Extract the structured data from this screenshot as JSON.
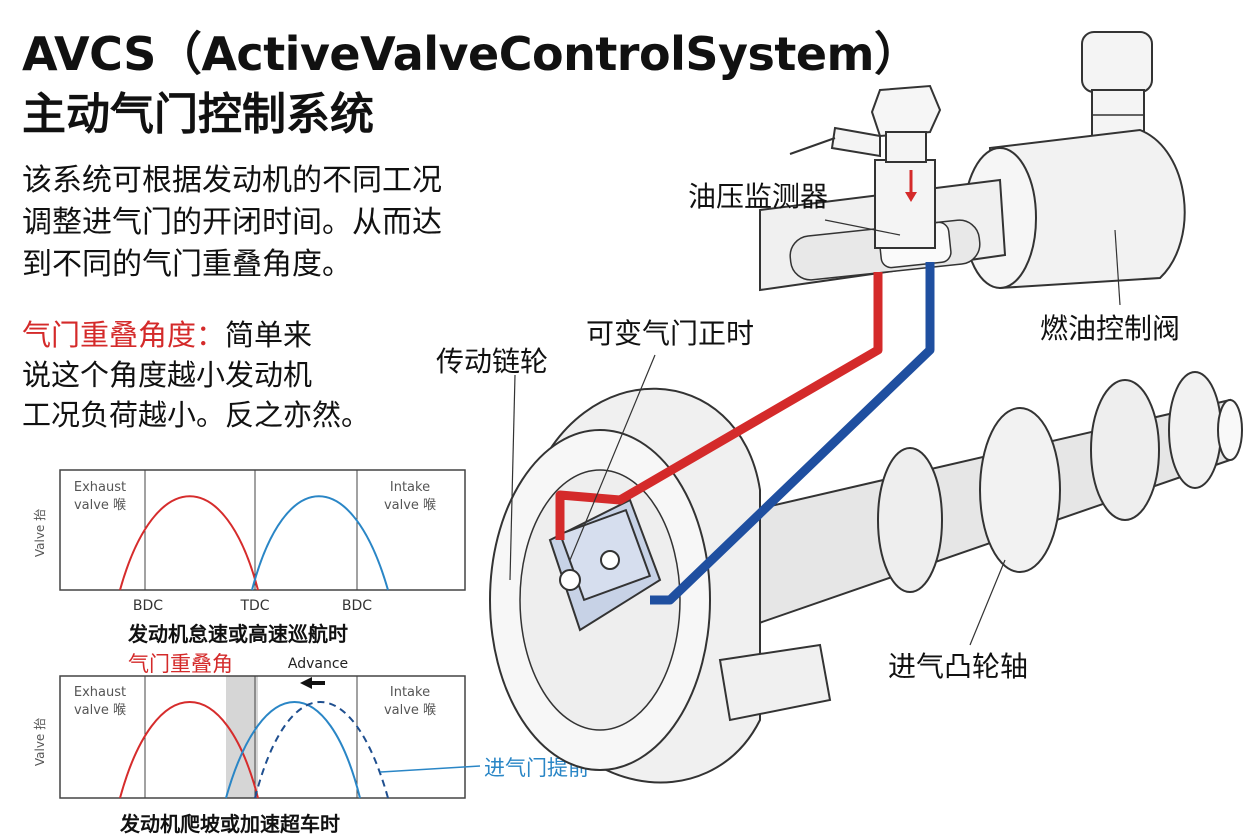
{
  "title": {
    "line1": "AVCS（ActiveValveControlSystem）",
    "line2": "主动气门控制系统"
  },
  "description": [
    "该系统可根据发动机的不同工况",
    "调整进气门的开闭时间。从而达",
    "到不同的气门重叠角度。"
  ],
  "overlap_note": {
    "term": "气门重叠角度：",
    "first_line_rest": "简单来",
    "lines": [
      "说这个角度越小发动机",
      "工况负荷越小。反之亦然。"
    ]
  },
  "diagram_labels": {
    "oil_pressure_sensor": "油压监测器",
    "variable_valve_timing": "可变气门正时",
    "fuel_control_valve": "燃油控制阀",
    "drive_sprocket": "传动链轮",
    "intake_camshaft": "进气凸轮轴"
  },
  "chart_top": {
    "ylabel": "Valve 抬",
    "exhaust_label": [
      "Exhaust",
      "valve 喉"
    ],
    "intake_label": [
      "Intake",
      "valve 喉"
    ],
    "ticks": [
      "BDC",
      "TDC",
      "BDC"
    ],
    "caption": "发动机怠速或高速巡航时"
  },
  "chart_bottom": {
    "ylabel": "Valve 抬",
    "exhaust_label": [
      "Exhaust",
      "valve 喉"
    ],
    "intake_label": [
      "Intake",
      "valve 喉"
    ],
    "overlap_label": "气门重叠角",
    "advance_label": "Advance",
    "intake_advance_label": "进气门提前",
    "caption": "发动机爬坡或加速超车时"
  },
  "colors": {
    "exhaust_curve": "#d62c2c",
    "intake_curve": "#2a86c6",
    "dashed_curve": "#1f4f8f",
    "oil_red": "#d42a2a",
    "oil_blue": "#1f4fa0",
    "highlight_text": "#d42a2a",
    "advance_callout": "#2a86c6"
  }
}
